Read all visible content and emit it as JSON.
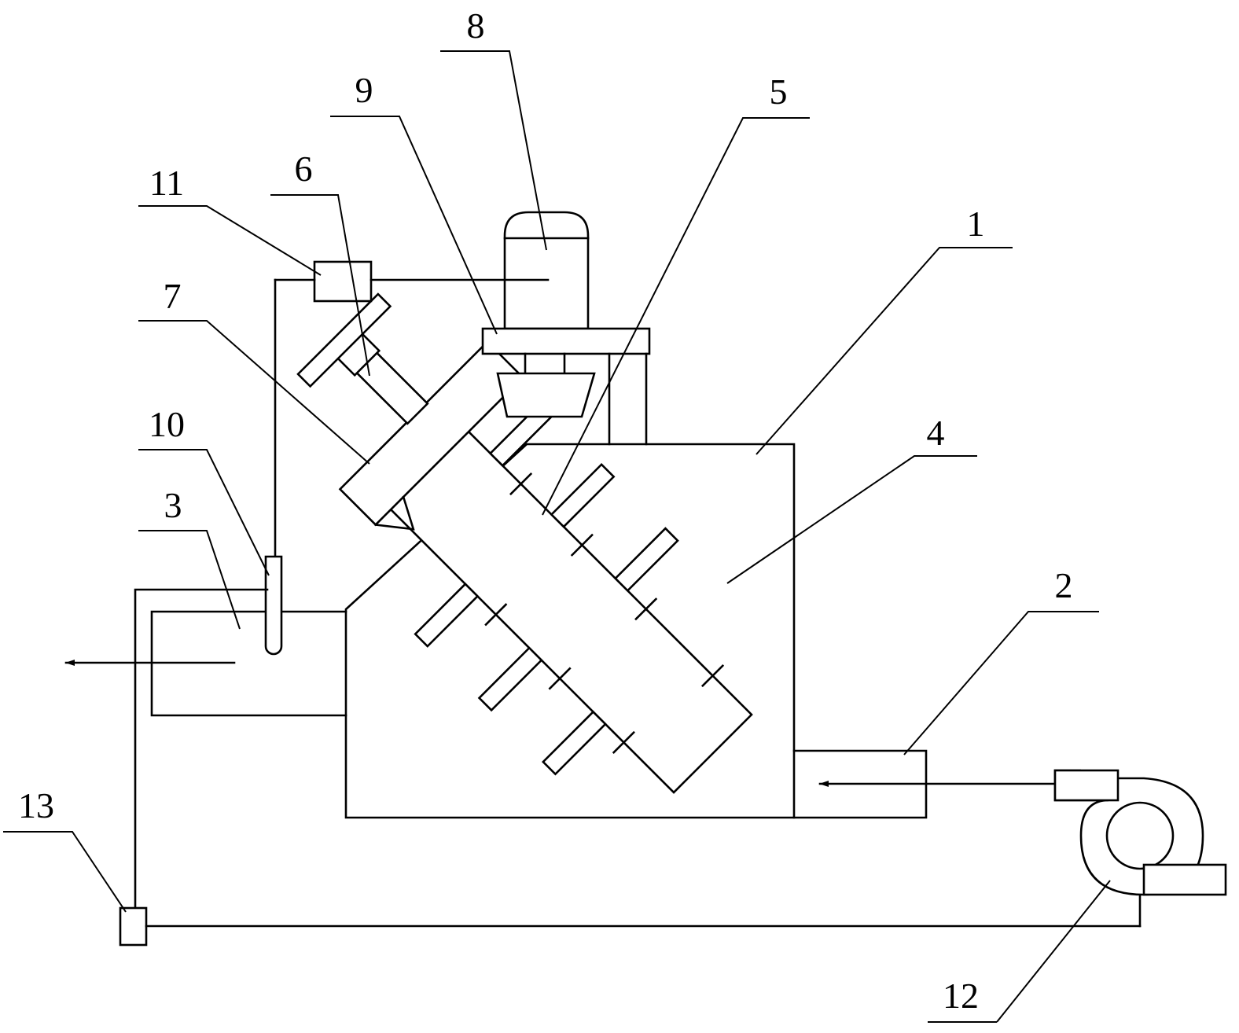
{
  "labels": {
    "l1": "1",
    "l2": "2",
    "l3": "3",
    "l4": "4",
    "l5": "5",
    "l6": "6",
    "l7": "7",
    "l8": "8",
    "l9": "9",
    "l10": "10",
    "l11": "11",
    "l12": "12",
    "l13": "13"
  },
  "colors": {
    "stroke": "#000000",
    "background": "#ffffff"
  }
}
